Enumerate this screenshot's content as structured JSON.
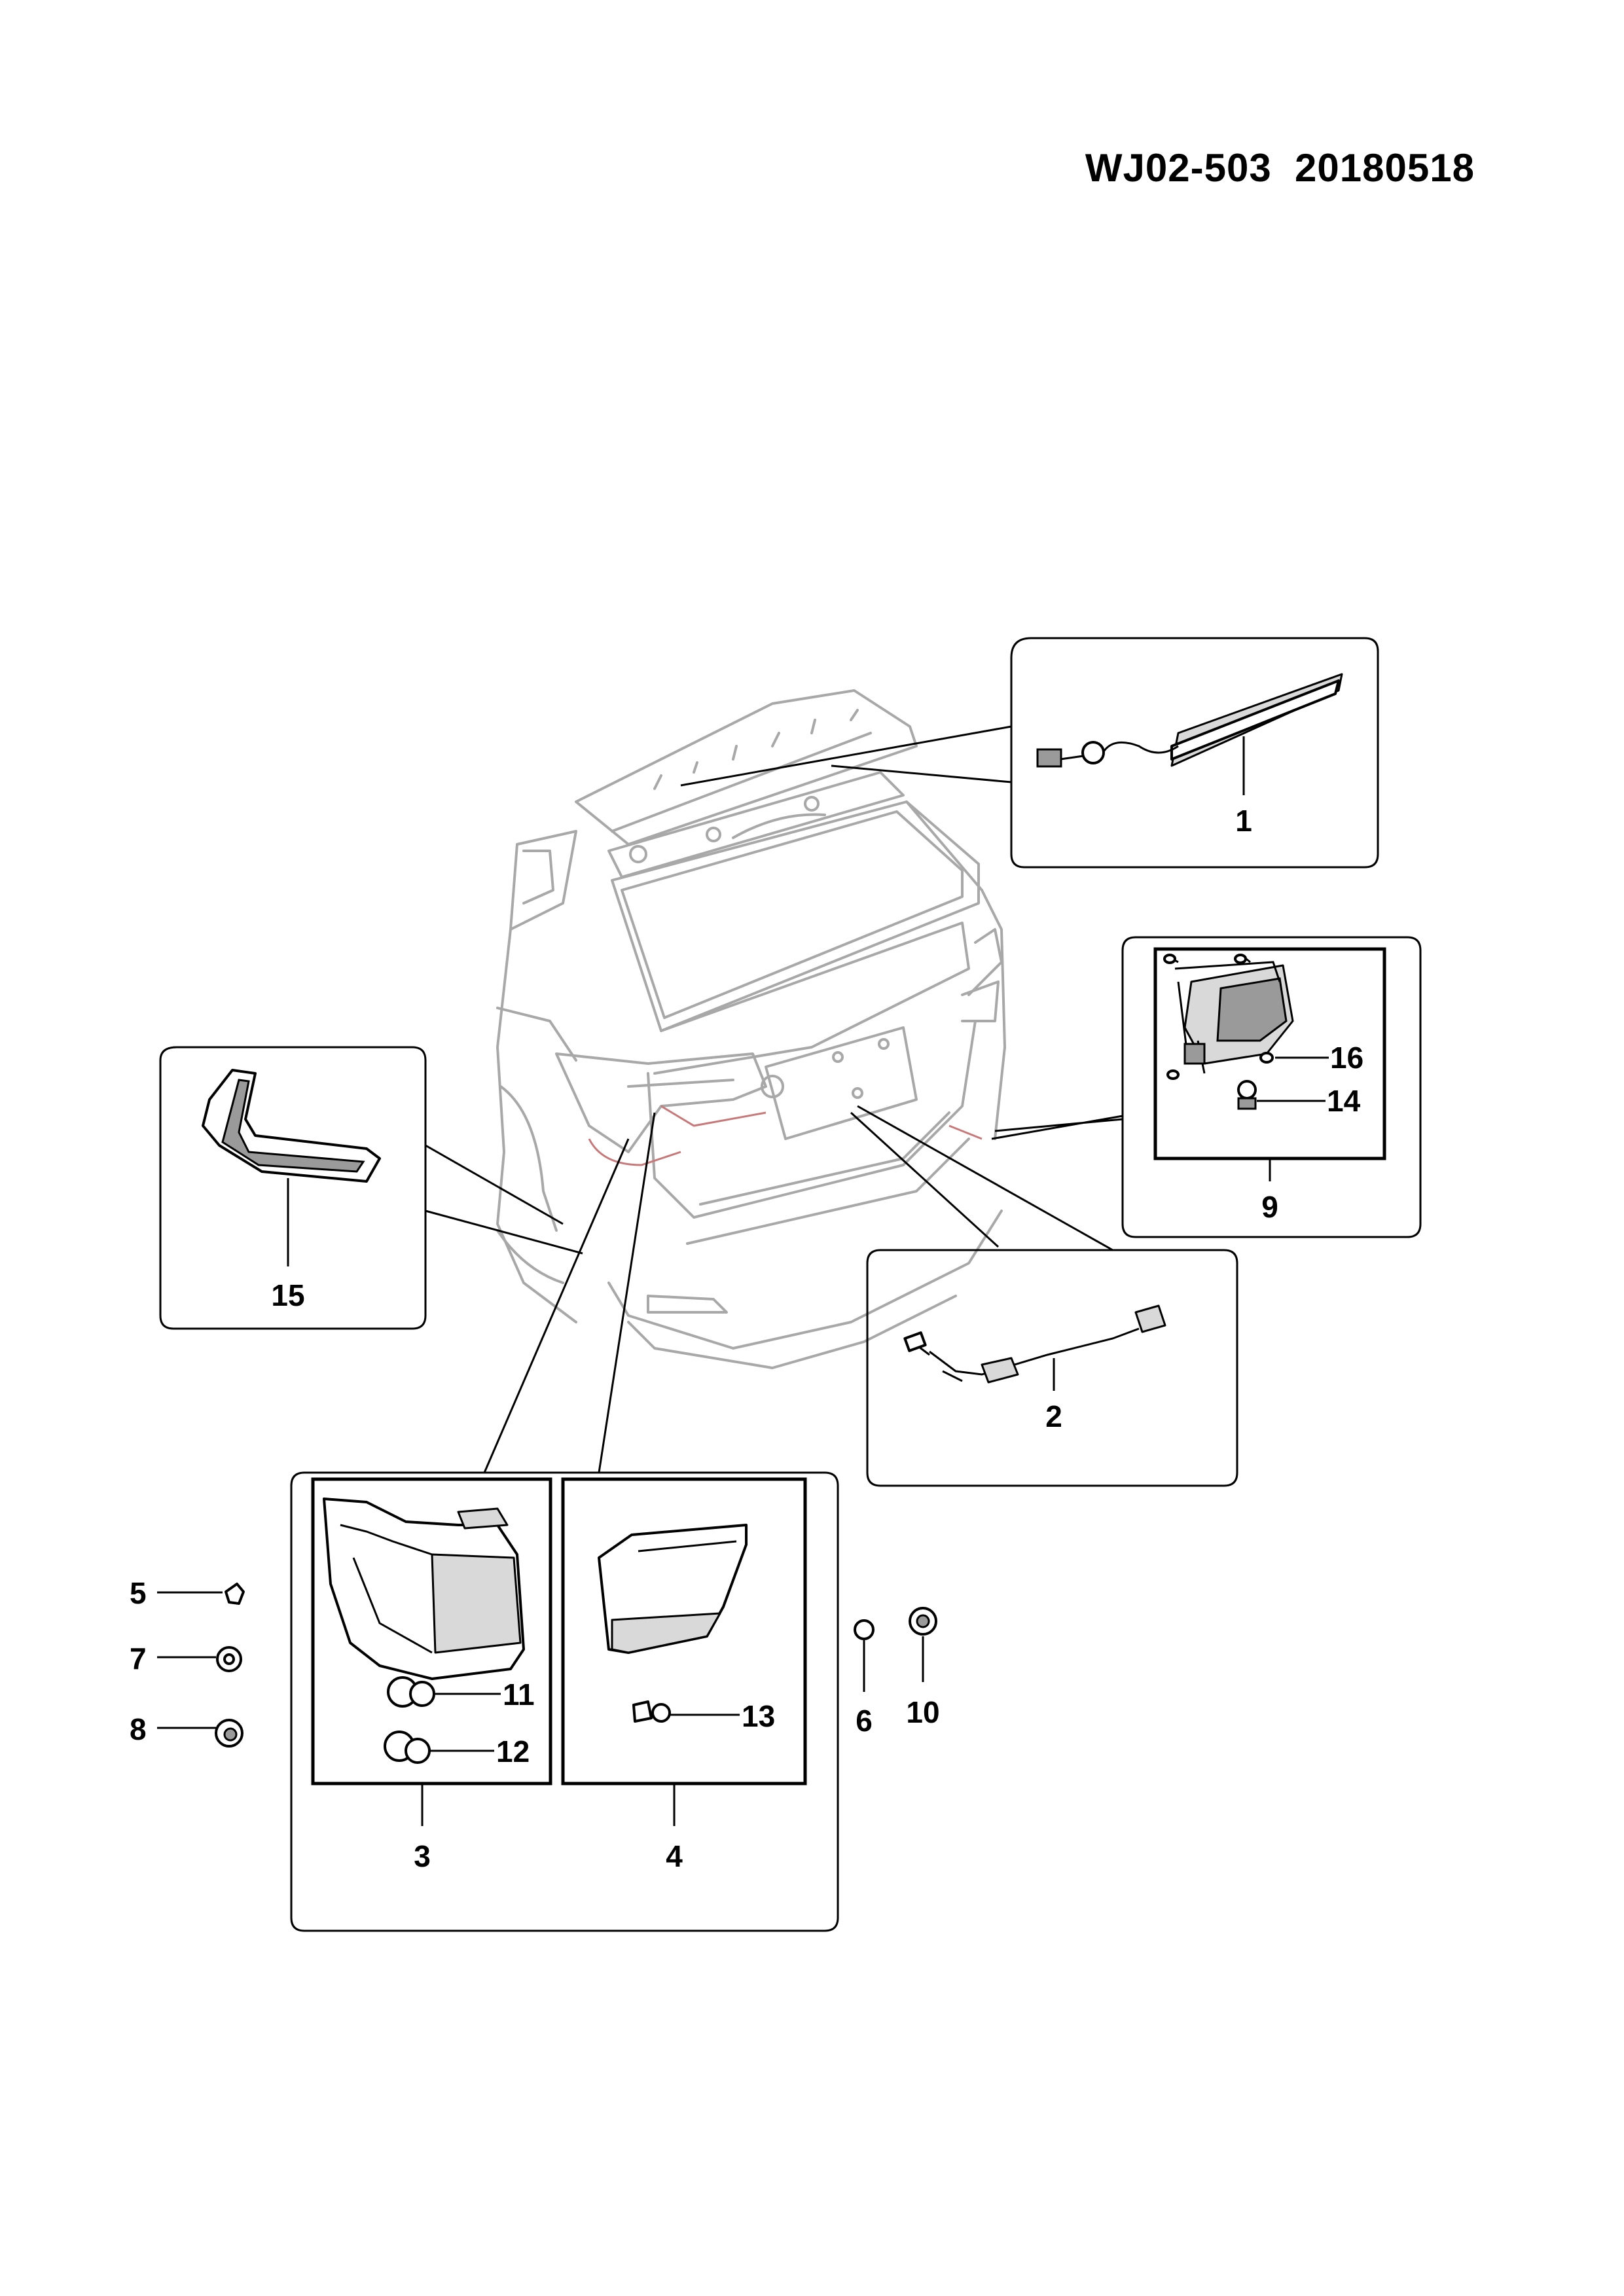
{
  "header": {
    "code": "WJ02-503",
    "date": "20180518"
  },
  "callouts": {
    "c1": "1",
    "c2": "2",
    "c3": "3",
    "c4": "4",
    "c5": "5",
    "c6": "6",
    "c7": "7",
    "c8": "8",
    "c9": "9",
    "c10": "10",
    "c11": "11",
    "c12": "12",
    "c13": "13",
    "c14": "14",
    "c15": "15",
    "c16": "16"
  }
}
